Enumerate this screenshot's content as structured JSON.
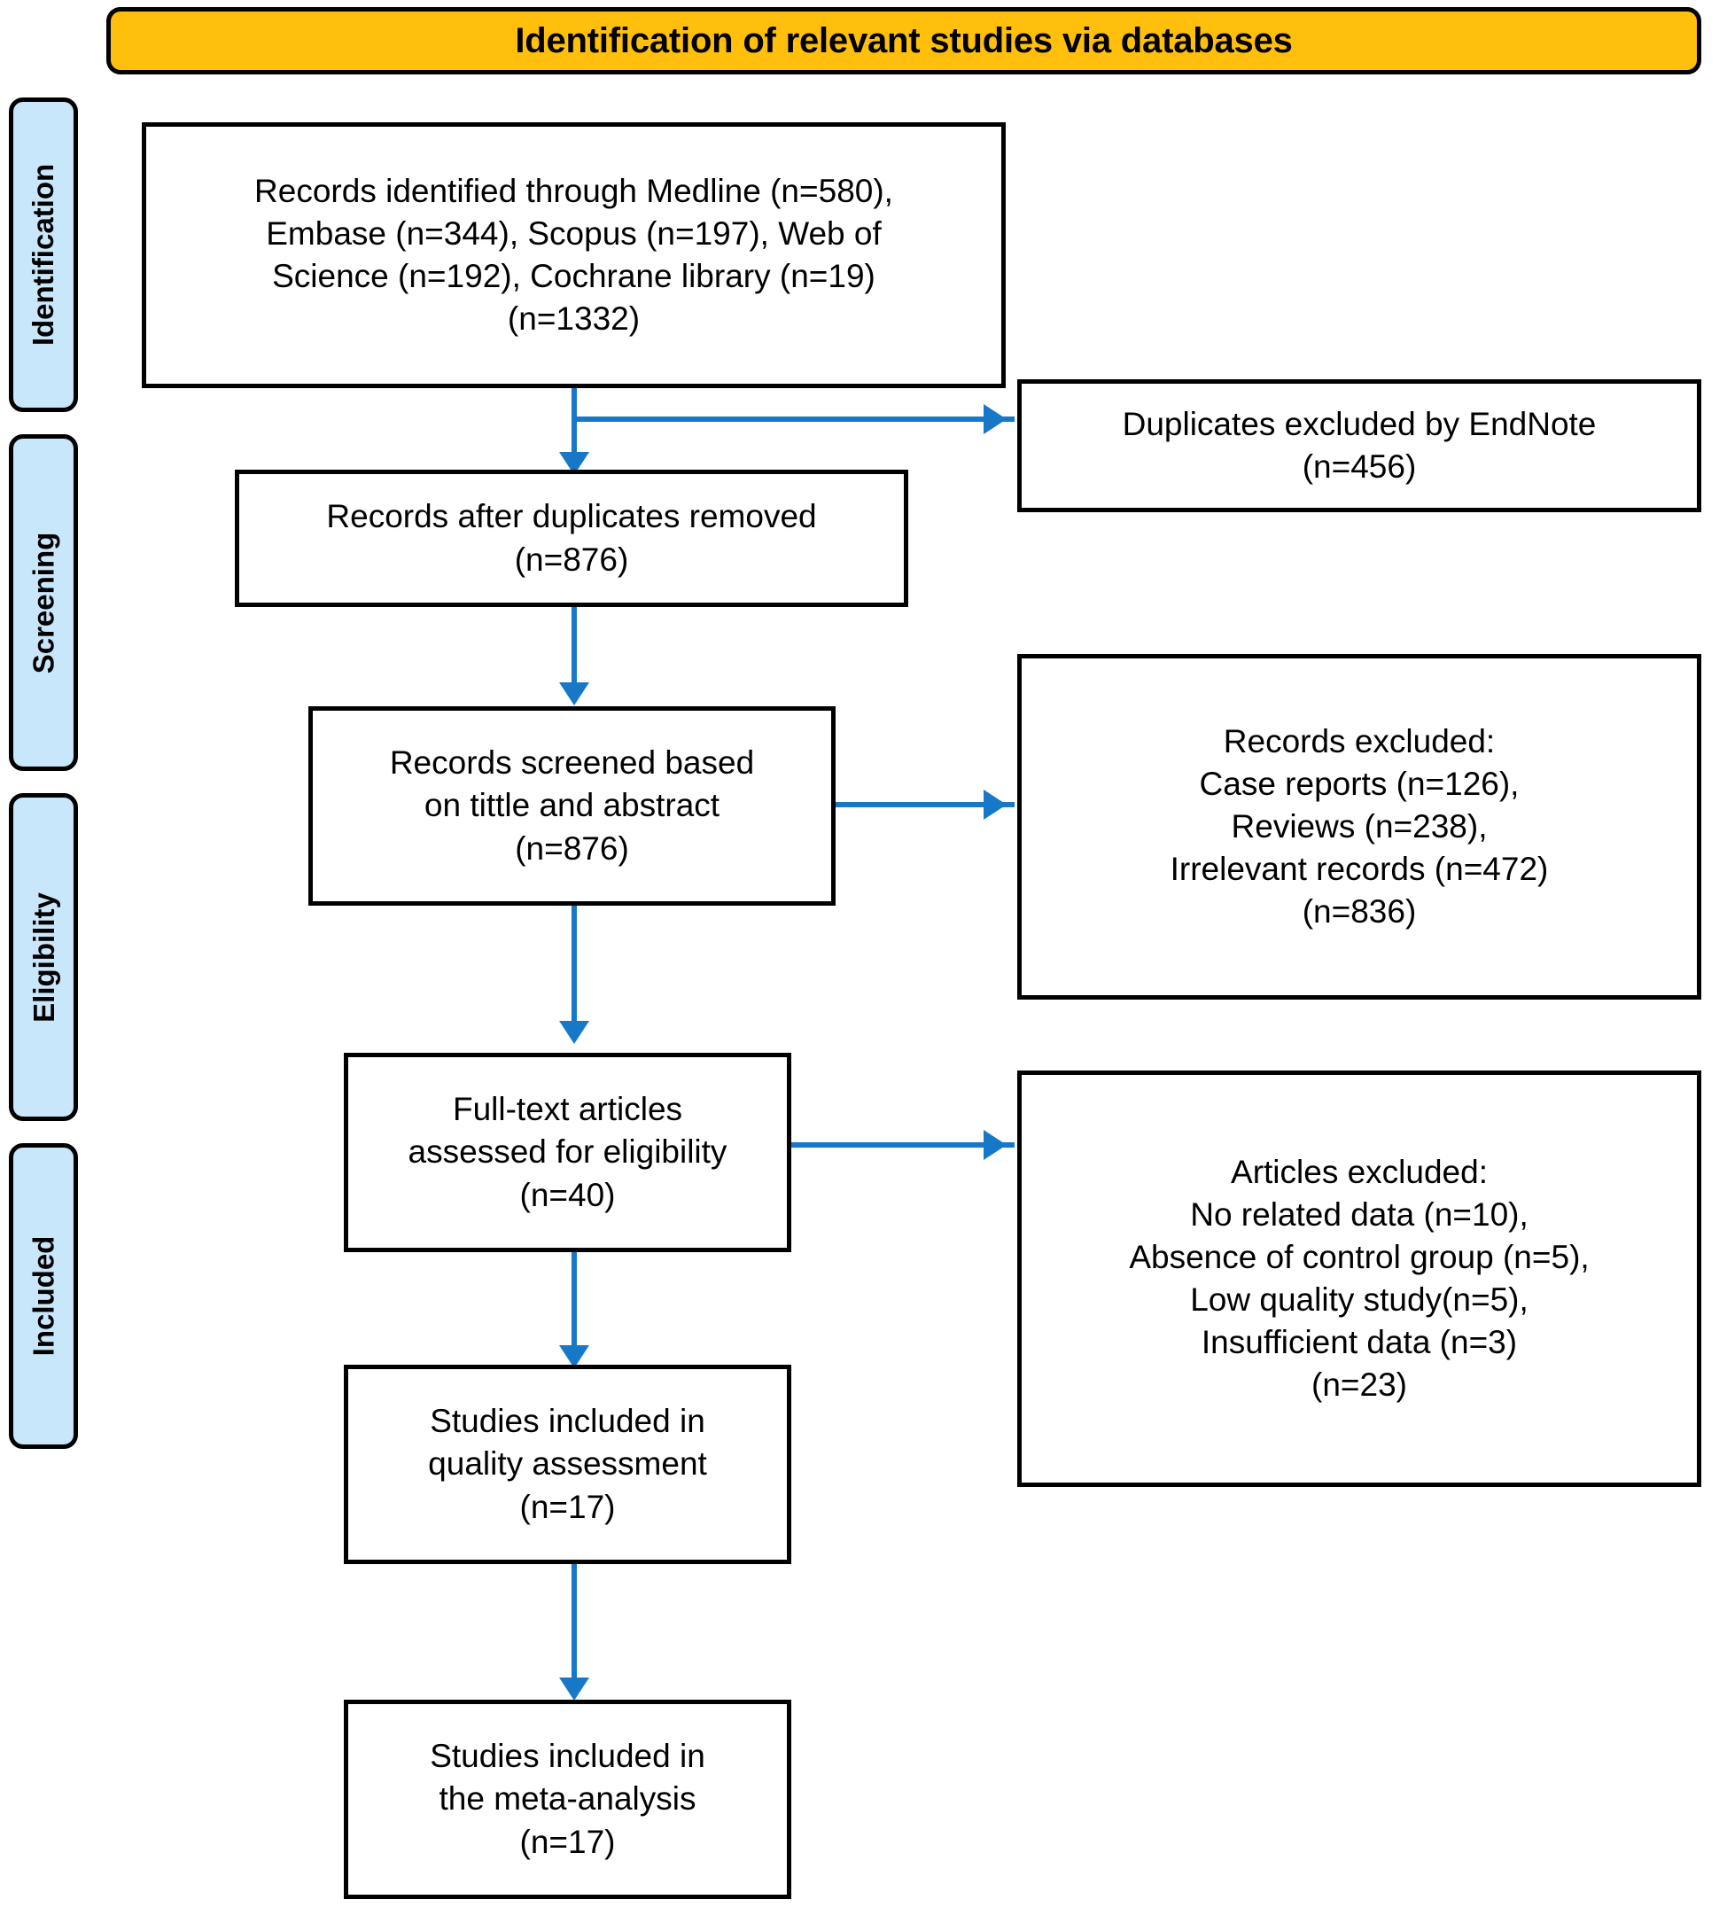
{
  "header": {
    "title": "Identification of relevant studies via databases",
    "background_color": "#FFBF0C",
    "border_color": "#000000"
  },
  "theme": {
    "stage_background": "#C9E7FB",
    "connector_color": "#1878C8",
    "box_border_color": "#000000",
    "text_color": "#000000"
  },
  "stages": [
    {
      "label": "Identification"
    },
    {
      "label": "Screening"
    },
    {
      "label": "Eligibility"
    },
    {
      "label": "Included"
    }
  ],
  "flow": {
    "identified": {
      "lines": [
        "Records identified through Medline (n=580),",
        "Embase (n=344), Scopus (n=197), Web of",
        "Science (n=192), Cochrane library (n=19)",
        "(n=1332)"
      ]
    },
    "duplicates_excluded": {
      "lines": [
        "Duplicates excluded by EndNote",
        "(n=456)"
      ]
    },
    "after_duplicates": {
      "lines": [
        "Records after duplicates removed",
        "(n=876)"
      ]
    },
    "screened": {
      "lines": [
        "Records screened based",
        "on tittle and abstract",
        "(n=876)"
      ]
    },
    "records_excluded": {
      "lines": [
        "Records excluded:",
        "Case reports (n=126),",
        "Reviews (n=238),",
        "Irrelevant records (n=472)",
        "(n=836)"
      ]
    },
    "fulltext_assessed": {
      "lines": [
        "Full-text articles",
        "assessed for eligibility",
        "(n=40)"
      ]
    },
    "articles_excluded": {
      "lines": [
        "Articles excluded:",
        "No related data (n=10),",
        "Absence of control group (n=5),",
        "Low quality study(n=5),",
        "Insufficient data (n=3)",
        "(n=23)"
      ]
    },
    "quality_assessment": {
      "lines": [
        "Studies included in",
        "quality assessment",
        "(n=17)"
      ]
    },
    "meta_analysis": {
      "lines": [
        "Studies included in",
        "the meta-analysis",
        "(n=17)"
      ]
    }
  }
}
